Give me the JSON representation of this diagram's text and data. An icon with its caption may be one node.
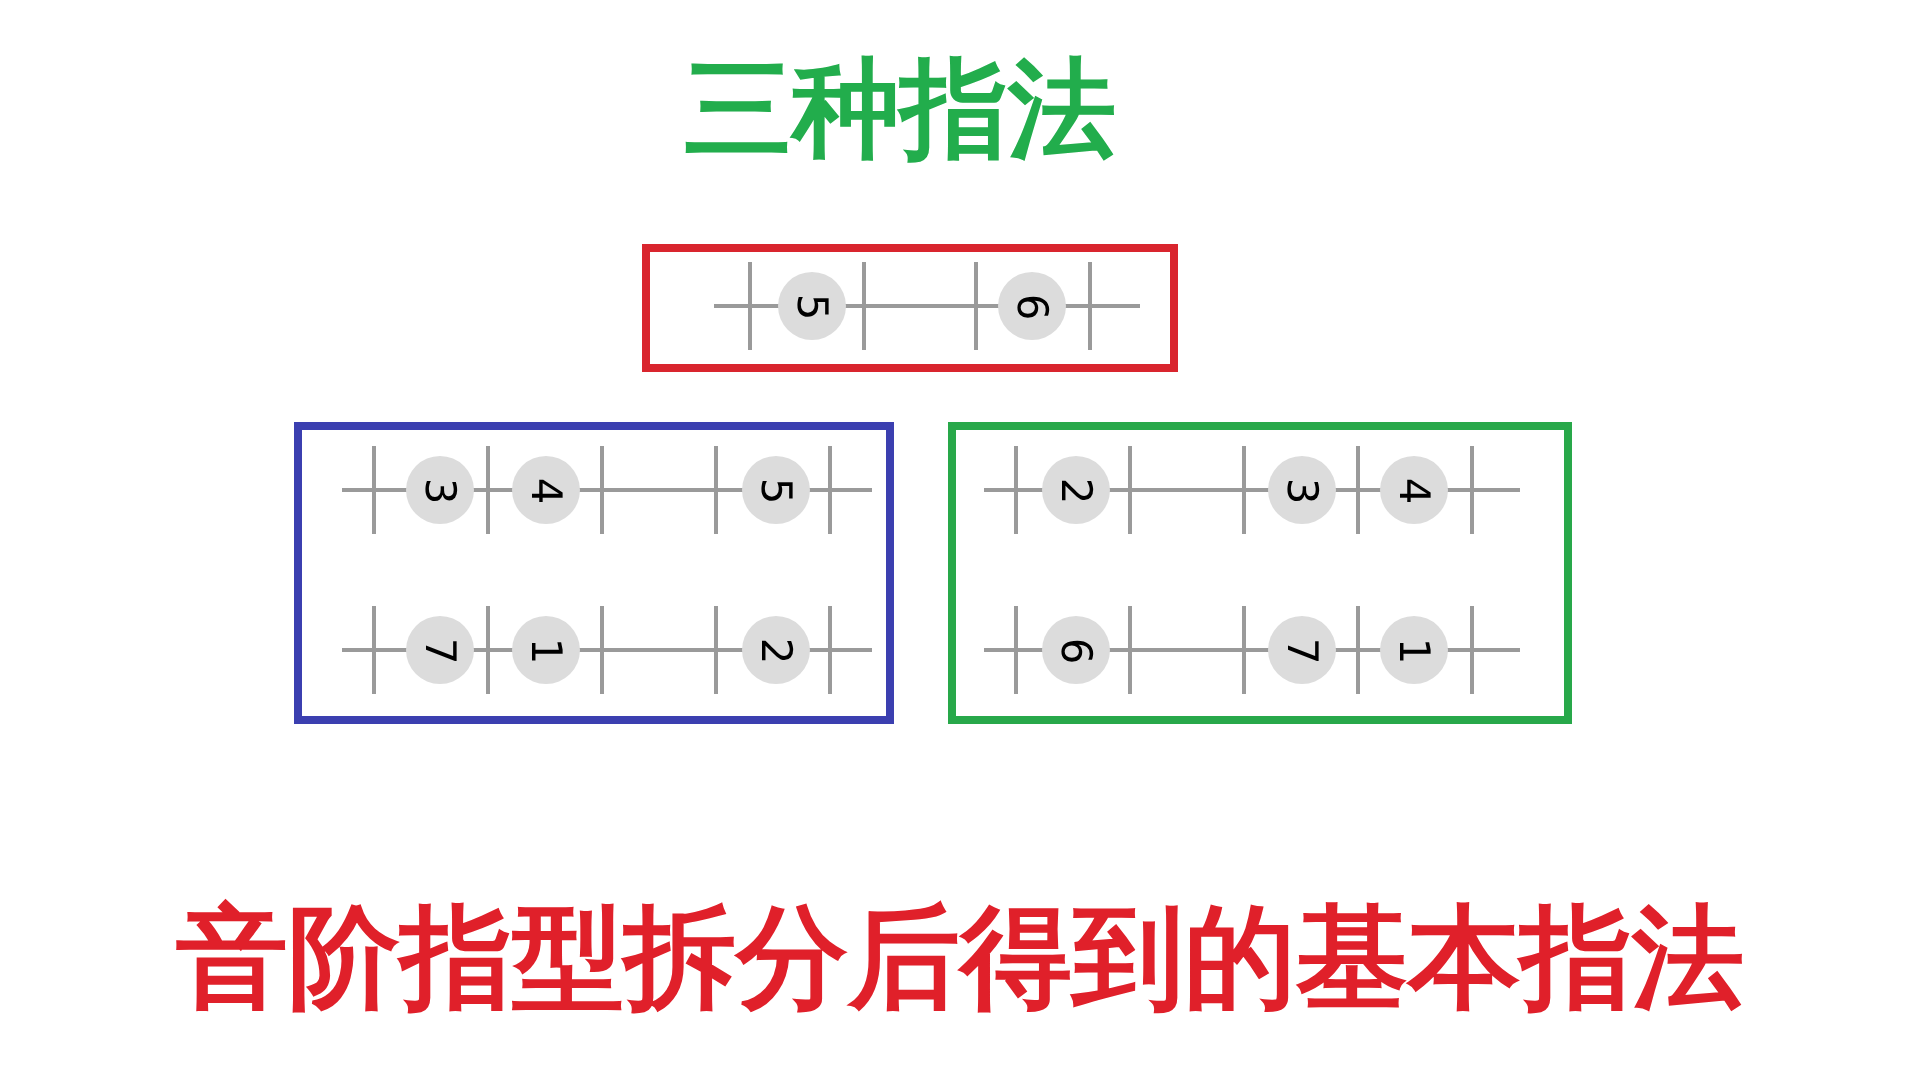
{
  "diagram": {
    "title": "三种指法",
    "caption": "音阶指型拆分后得到的基本指法",
    "nodes": [
      {
        "text": [],
        "shape": "box"
      },
      {
        "text": [
          "5"
        ],
        "in": 0
      },
      {
        "text": [
          "6"
        ],
        "in": 0
      },
      {
        "text": [],
        "shape": "box"
      },
      {
        "text": [
          "3"
        ],
        "in": 3
      },
      {
        "text": [
          "4"
        ],
        "in": 3
      },
      {
        "text": [
          "5"
        ],
        "in": 3
      },
      {
        "text": [
          "7"
        ],
        "in": 3
      },
      {
        "text": [
          "1"
        ],
        "in": 3
      },
      {
        "text": [
          "2"
        ],
        "in": 3
      },
      {
        "text": [],
        "shape": "box"
      },
      {
        "text": [
          "2"
        ],
        "in": 10
      },
      {
        "text": [
          "3"
        ],
        "in": 10
      },
      {
        "text": [
          "4"
        ],
        "in": 10
      },
      {
        "text": [
          "6"
        ],
        "in": 10
      },
      {
        "text": [
          "7"
        ],
        "in": 10
      },
      {
        "text": [
          "1"
        ],
        "in": 10
      }
    ]
  }
}
